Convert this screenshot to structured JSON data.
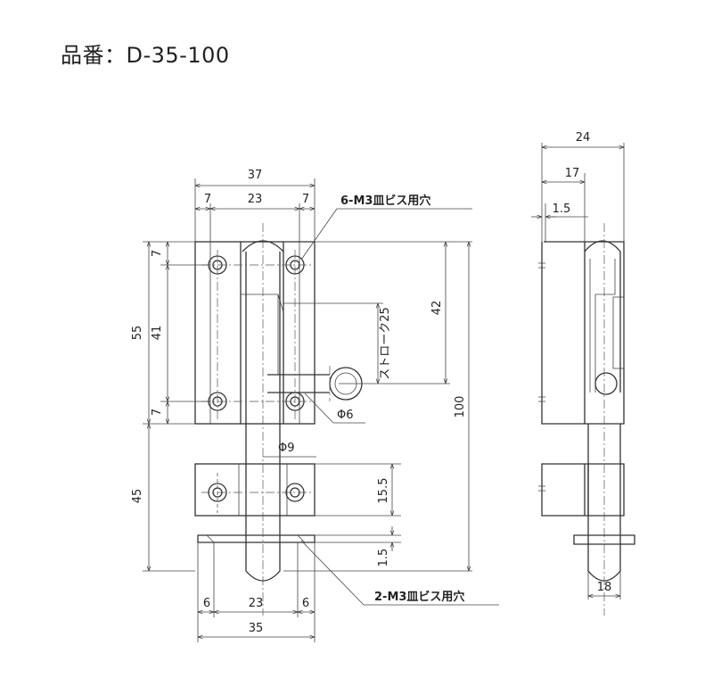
{
  "title": "品番：D-35-100",
  "front": {
    "top": {
      "overall": "37",
      "left": "7",
      "mid": "23",
      "right": "7"
    },
    "left": {
      "h55": "55",
      "h41": "41",
      "h7a": "7",
      "h7b": "7",
      "h45": "45"
    },
    "right": {
      "h42": "42",
      "h100": "100",
      "h155": "15.5",
      "h15": "1.5"
    },
    "stroke": "ストローク25",
    "phi6": "Φ6",
    "phi9": "Φ9",
    "hole_note_top": "6-M3皿ビス用穴",
    "hole_note_bottom": "2-M3皿ビス用穴",
    "bottom": {
      "left": "6",
      "mid": "23",
      "right": "6",
      "overall": "35"
    }
  },
  "side": {
    "w24": "24",
    "w17": "17",
    "w15": "1.5",
    "w18": "18"
  }
}
